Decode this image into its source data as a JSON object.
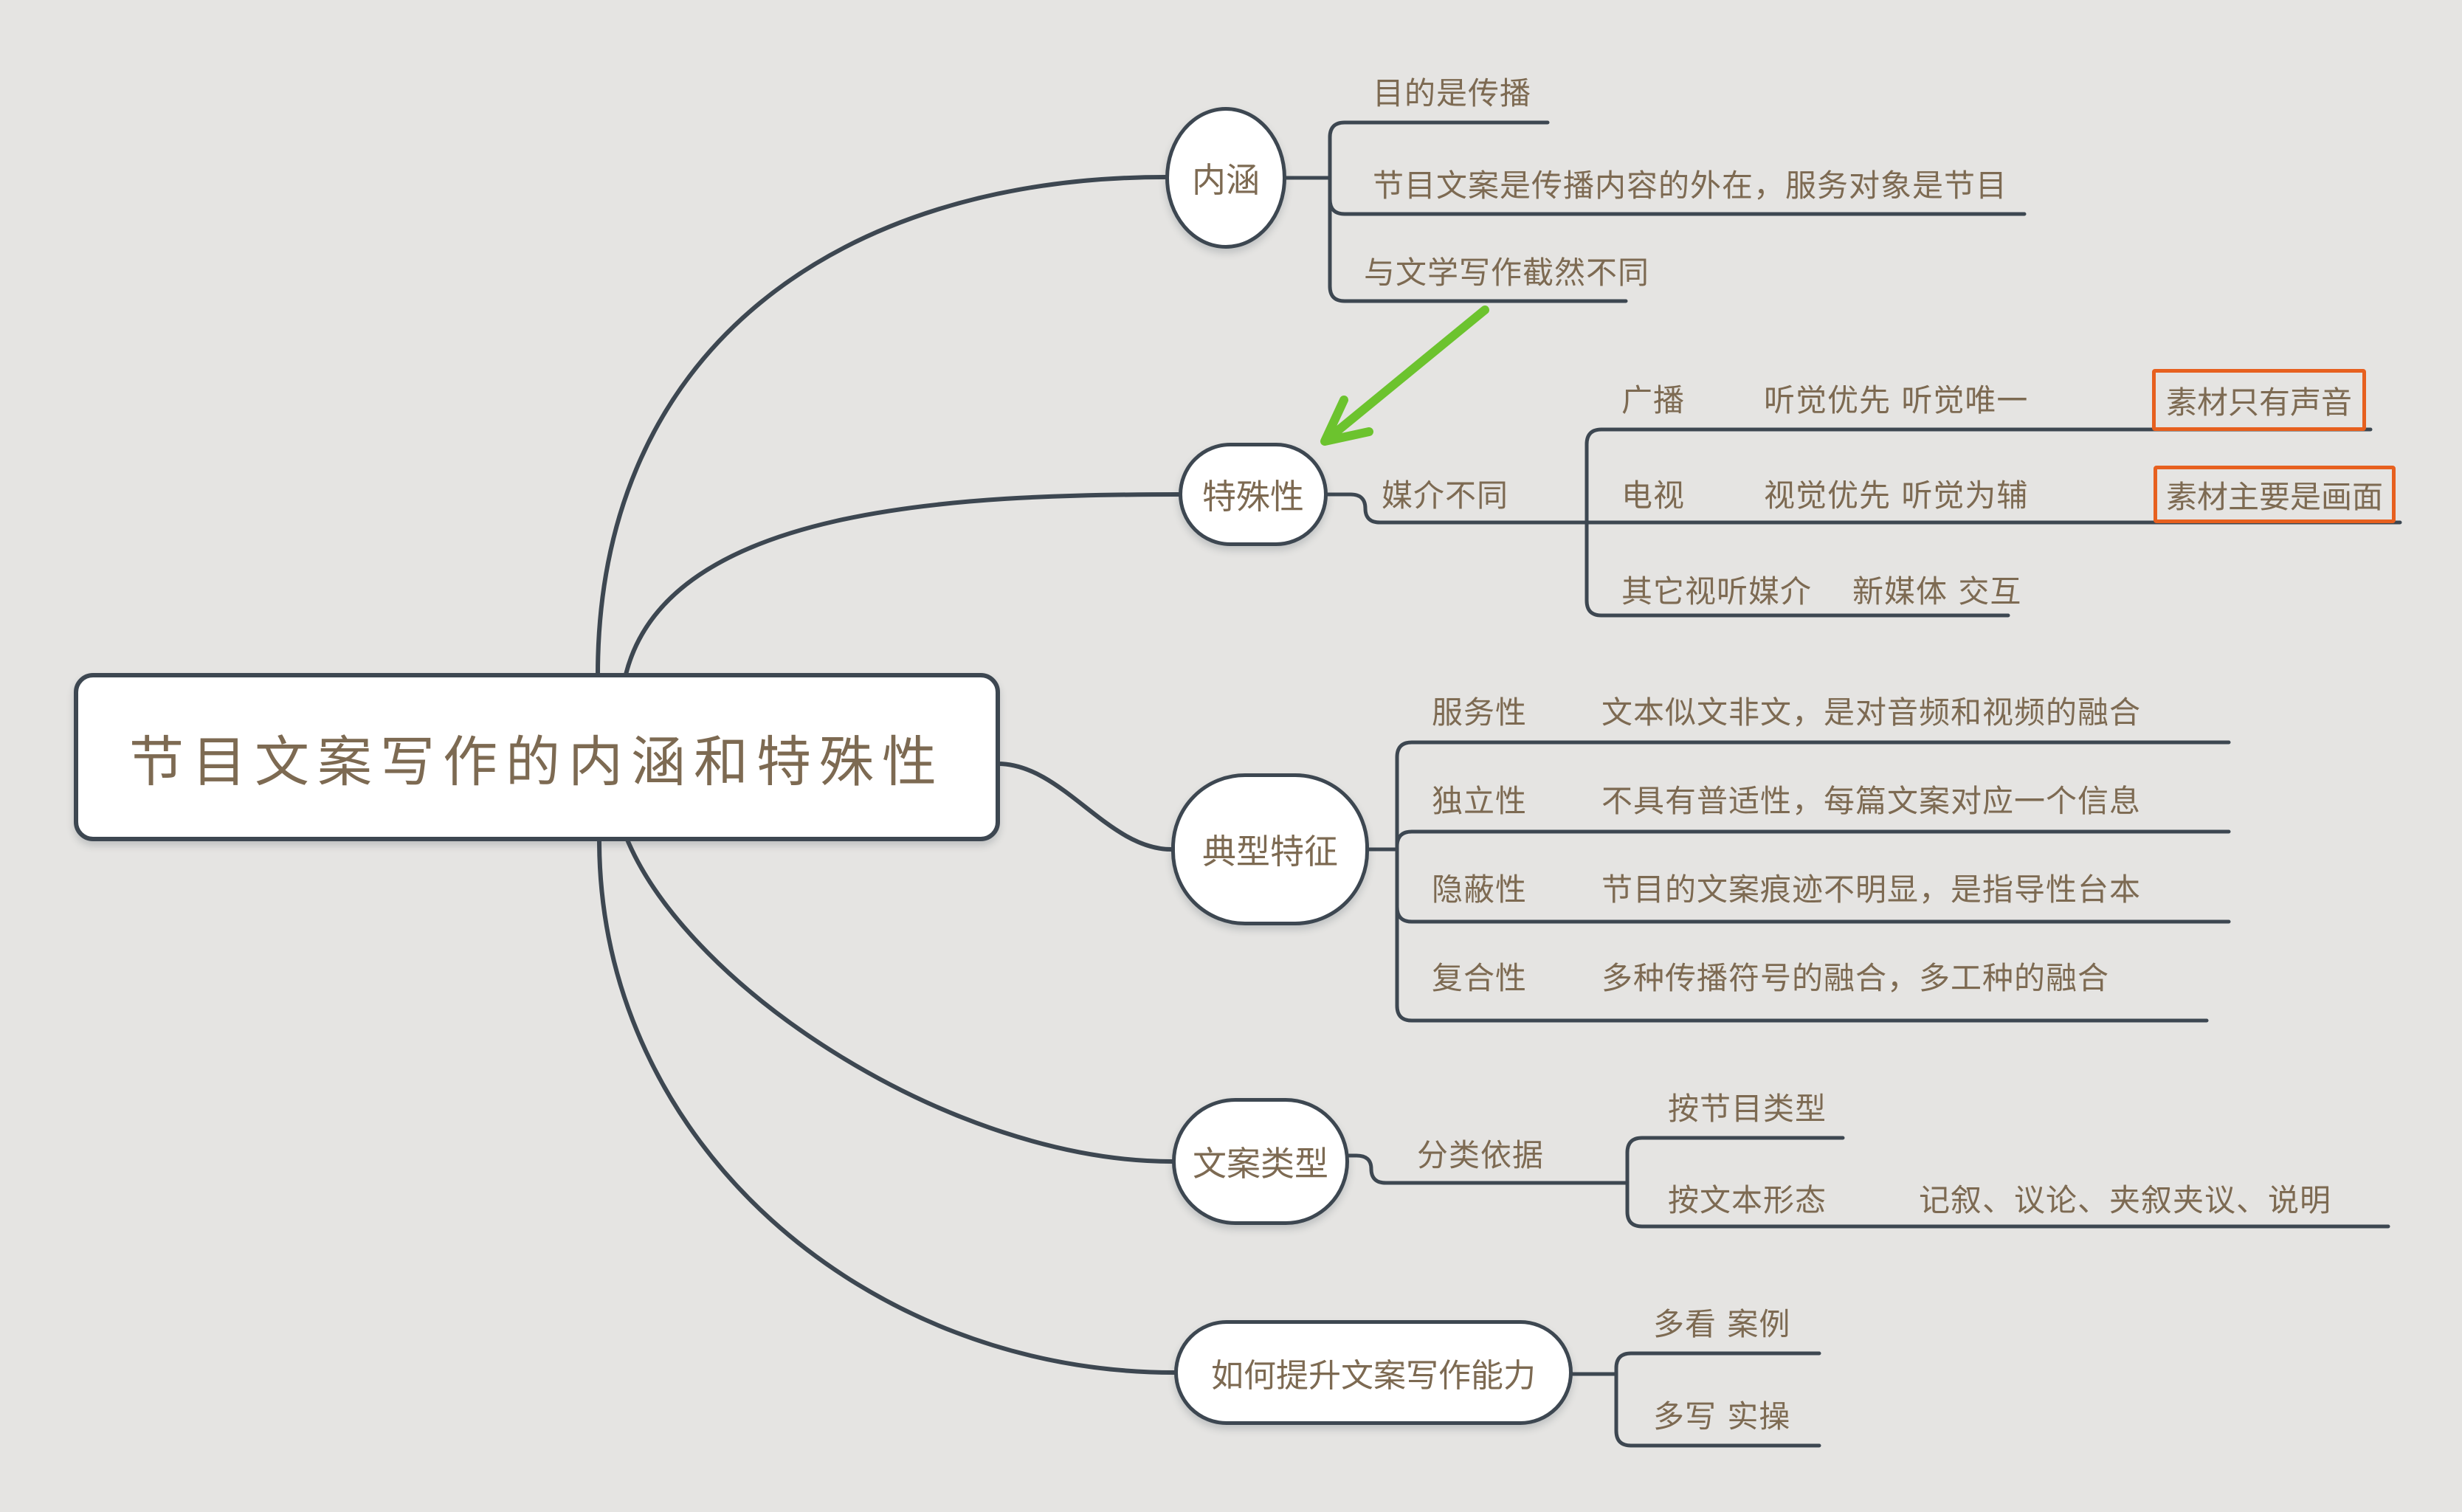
{
  "colors": {
    "bg": "#e5e4e2",
    "line": "#3d4751",
    "ink": "#7d6a52",
    "fill": "#ffffff",
    "orange": "#e7601f",
    "green": "#6cc32e"
  },
  "root": {
    "label": "节目文案写作的内涵和特殊性"
  },
  "branches": [
    {
      "label": "内涵",
      "children": [
        {
          "label": "目的是传播"
        },
        {
          "label": "节目文案是传播内容的外在，服务对象是节目"
        },
        {
          "label": "与文学写作截然不同"
        }
      ]
    },
    {
      "label": "特殊性",
      "children": [
        {
          "label": "媒介不同",
          "children": [
            {
              "label": "广播",
              "detail": "听觉优先 听觉唯一",
              "callout": "素材只有声音"
            },
            {
              "label": "电视",
              "detail": "视觉优先 听觉为辅",
              "callout": "素材主要是画面"
            },
            {
              "label": "其它视听媒介",
              "detail": "新媒体 交互"
            }
          ]
        }
      ]
    },
    {
      "label": "典型特征",
      "children": [
        {
          "label": "服务性",
          "detail": "文本似文非文，是对音频和视频的融合"
        },
        {
          "label": "独立性",
          "detail": "不具有普适性，每篇文案对应一个信息"
        },
        {
          "label": "隐蔽性",
          "detail": "节目的文案痕迹不明显，是指导性台本"
        },
        {
          "label": "复合性",
          "detail": "多种传播符号的融合，多工种的融合"
        }
      ]
    },
    {
      "label": "文案类型",
      "children": [
        {
          "label": "分类依据",
          "children": [
            {
              "label": "按节目类型"
            },
            {
              "label": "按文本形态",
              "detail": "记叙、议论、夹叙夹议、说明"
            }
          ]
        }
      ]
    },
    {
      "label": "如何提升文案写作能力",
      "children": [
        {
          "label": "多看 案例"
        },
        {
          "label": "多写 实操"
        }
      ]
    }
  ],
  "arrow": {
    "from": "与文学写作截然不同",
    "to": "特殊性"
  }
}
